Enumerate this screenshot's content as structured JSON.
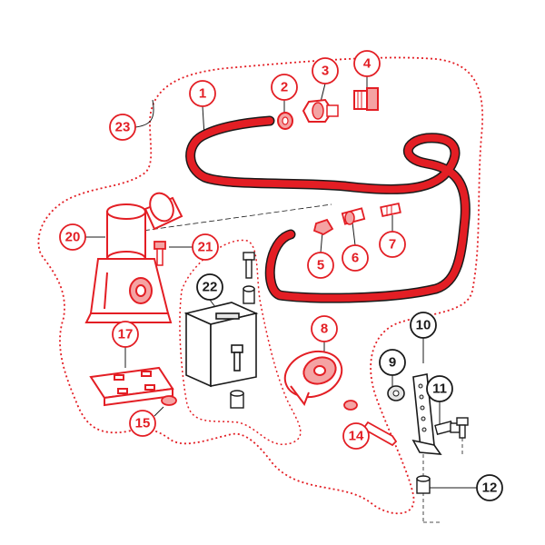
{
  "colors": {
    "accent_red": "#e31e24",
    "outline": "#1a1a1a",
    "part_fill": "#ffffff",
    "shade_red": "#f4a3a3",
    "shade_grey": "#e6e6e6"
  },
  "callouts": {
    "c1": "1",
    "c2": "2",
    "c3": "3",
    "c4": "4",
    "c5": "5",
    "c6": "6",
    "c7": "7",
    "c8": "8",
    "c9": "9",
    "c10": "10",
    "c11": "11",
    "c12": "12",
    "c14": "14",
    "c15": "15",
    "c17": "17",
    "c20": "20",
    "c21": "21",
    "c22": "22",
    "c23": "23"
  }
}
